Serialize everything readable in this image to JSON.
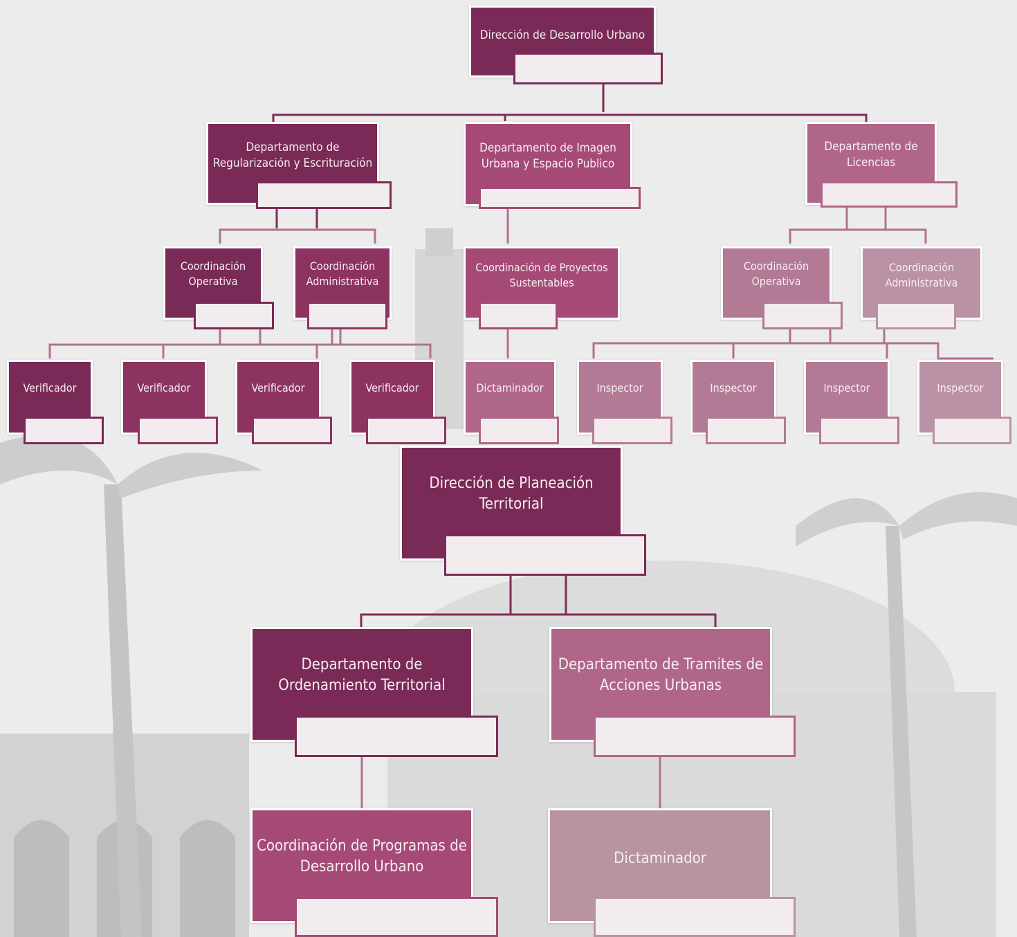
{
  "colors": {
    "darkest": "#7a2a57",
    "dark": "#8c3361",
    "mid": "#a54a76",
    "midlight": "#b06688",
    "light": "#b37a96",
    "pale": "#bb91a5",
    "connector_dark": "#7d2d59",
    "connector_light": "#b68aa0"
  },
  "org": {
    "direccion_desarrollo_urbano": "Dirección de Desarrollo Urbano",
    "depto_regularizacion": "Departamento de Regularización y Escrituración",
    "depto_imagen_urbana": "Departamento de Imagen Urbana y Espacio Publico",
    "depto_licencias": "Departamento de Licencias",
    "coord_operativa_1": "Coordinación Operativa",
    "coord_administrativa_1": "Coordinación Administrativa",
    "coord_proyectos_sustentables": "Coordinación de Proyectos Sustentables",
    "coord_operativa_2": "Coordinación Operativa",
    "coord_administrativa_2": "Coordinación Administrativa",
    "verificador_1": "Verificador",
    "verificador_2": "Verificador",
    "verificador_3": "Verificador",
    "verificador_4": "Verificador",
    "dictaminador_1": "Dictaminador",
    "inspector_1": "Inspector",
    "inspector_2": "Inspector",
    "inspector_3": "Inspector",
    "inspector_4": "Inspector",
    "direccion_planeacion": "Dirección de Planeación Territorial",
    "depto_ordenamiento": "Departamento de Ordenamiento Territorial",
    "depto_tramites": "Departamento de Tramites de Acciones Urbanas",
    "coord_programas": "Coordinación de Programas de Desarrollo Urbano",
    "dictaminador_2": "Dictaminador"
  }
}
